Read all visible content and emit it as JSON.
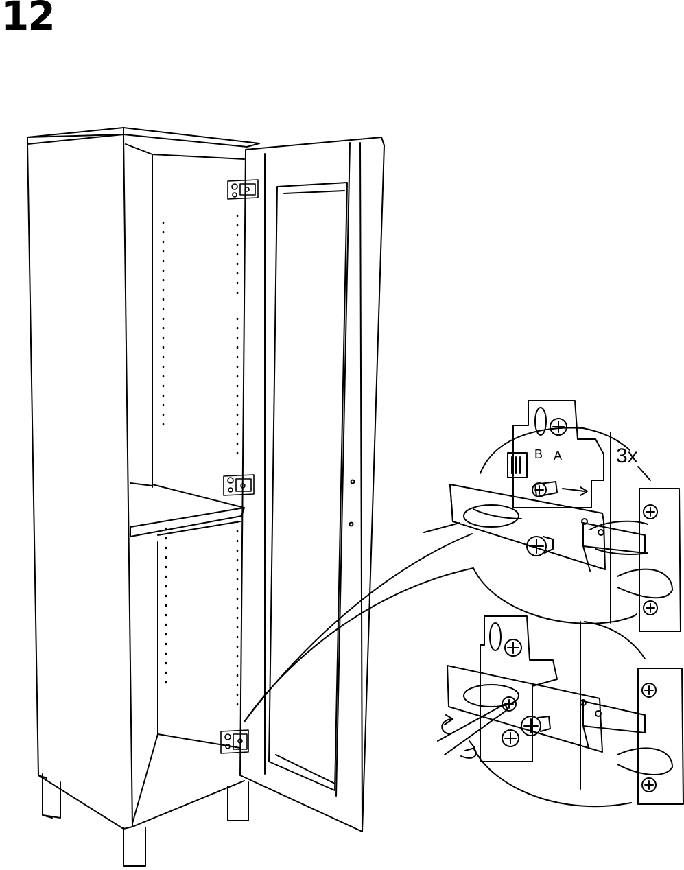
{
  "step": {
    "number": "12"
  },
  "callout": {
    "quantity": "3x",
    "position_labels": [
      "B",
      "A"
    ]
  },
  "colors": {
    "line": "#000000",
    "paper": "#ffffff"
  }
}
